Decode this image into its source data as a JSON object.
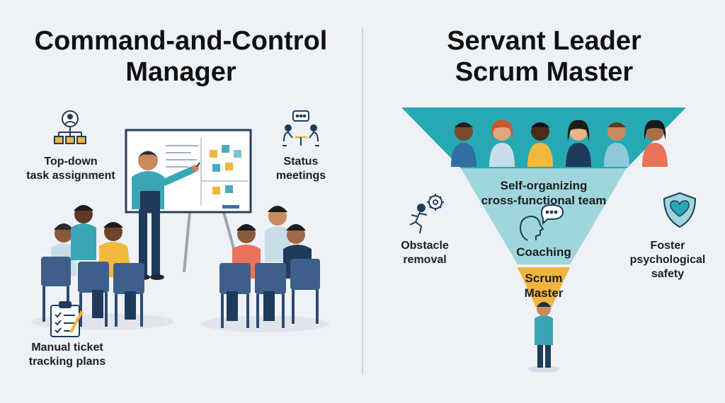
{
  "left_panel": {
    "title_line1": "Command-and-Control",
    "title_line2": "Manager",
    "labels": {
      "top_down_line1": "Top-down",
      "top_down_line2": "task assignment",
      "status_line1": "Status",
      "status_line2": "meetings",
      "manual_line1": "Manual ticket",
      "manual_line2": "tracking plans"
    },
    "icons": [
      "org-chart-icon",
      "meeting-icon",
      "clipboard-checklist-icon"
    ]
  },
  "right_panel": {
    "title_line1": "Servant Leader",
    "title_line2": "Scrum Master",
    "pyramid": {
      "team_line1": "Self-organizing",
      "team_line2": "cross-functional team",
      "coaching": "Coaching",
      "scrum_line1": "Scrum",
      "scrum_line2": "Master"
    },
    "labels": {
      "obstacle_line1": "Obstacle",
      "obstacle_line2": "removal",
      "foster_line1": "Foster",
      "foster_line2": "psychological",
      "foster_line3": "safety"
    },
    "icons": [
      "runner-gear-icon",
      "head-speech-icon",
      "heart-shield-icon"
    ]
  },
  "colors": {
    "background": "#eef2f6",
    "teal_top": "#27a9b4",
    "teal_mid": "#9fd6dc",
    "gold": "#f0b53c",
    "navy": "#1f3b5c",
    "chair": "#3e5f8a"
  }
}
